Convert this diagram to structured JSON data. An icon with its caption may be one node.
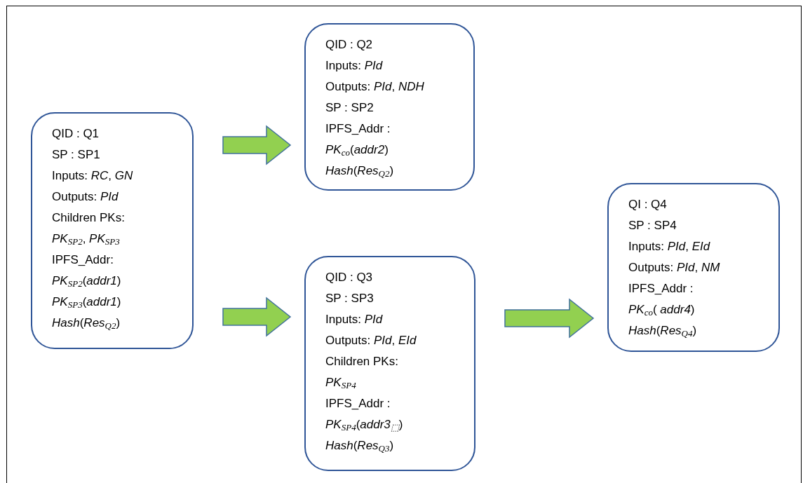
{
  "diagram": {
    "nodes": [
      {
        "text": [
          "QID : Q1",
          "SP : SP1",
          "Inputs: *RC*, *GN*",
          "Outputs: *PId*",
          "Children PKs:",
          "*PK*$_{SP2}$, *PK*$_{SP3}$",
          "IPFS_Addr:",
          "*PK*$_{SP2}$(*addr1*)",
          "*PK*$_{SP3}$(*addr1*)",
          "*Hash*(*Res*$_{Q2}$)"
        ]
      },
      {
        "text": [
          "QID : Q2",
          "Inputs: *PId*",
          "Outputs: *PId*, *NDH*",
          "SP : SP2",
          "IPFS_Addr :",
          "*PK*$_{co}$(*addr2*)",
          "*Hash*(*Res*$_{Q2}$)"
        ]
      },
      {
        "text": [
          "QID : Q3",
          "SP : SP3",
          "Inputs: *PId*",
          "Outputs: *PId*, *EId*",
          "Children PKs:",
          "*PK*$_{SP4}$",
          "IPFS_Addr :",
          "*PK*$_{SP4}$(*addr3*$_{⬚}$)",
          "*Hash*(*Res*$_{Q3}$)"
        ]
      },
      {
        "text": [
          "QI : Q4",
          "SP : SP4",
          "Inputs: *PId*, *EId*",
          "Outputs: *PId*, *NM*",
          "IPFS_Addr :",
          "*PK*$_{co}$( *addr4*)",
          "*Hash*(*Res*$_{Q4}$)"
        ]
      }
    ],
    "edges": [
      {
        "from": 0,
        "to": 1,
        "arrow": "to"
      },
      {
        "from": 0,
        "to": 2,
        "arrow": "to"
      },
      {
        "from": 2,
        "to": 3,
        "arrow": "to"
      }
    ]
  }
}
